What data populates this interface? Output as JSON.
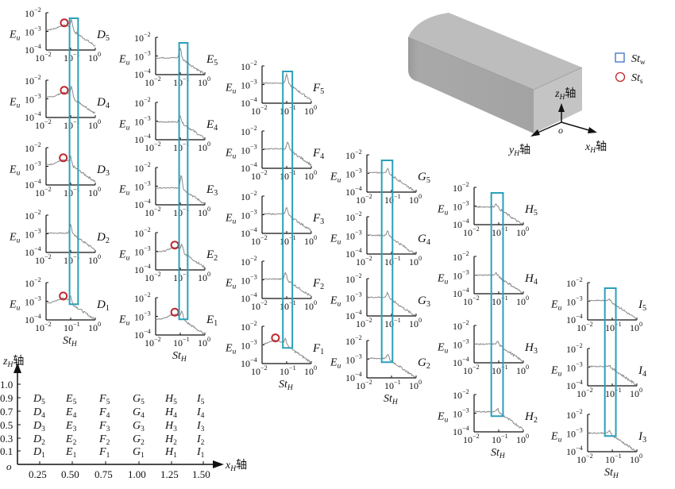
{
  "legend": {
    "items": [
      {
        "symbol": "square",
        "label": "St",
        "sub": "w",
        "color": "#3a6fc0"
      },
      {
        "symbol": "circle",
        "label": "St",
        "sub": "s",
        "color": "#c0282d"
      }
    ]
  },
  "model3d": {
    "axes": [
      {
        "name": "z",
        "sub": "H",
        "suffix": "轴"
      },
      {
        "name": "y",
        "sub": "H",
        "suffix": "轴"
      },
      {
        "name": "x",
        "sub": "H",
        "suffix": "轴"
      }
    ],
    "origin": "o"
  },
  "colors": {
    "highlight_box": "#2aa0b8",
    "circle": "#c0282d",
    "spectrum": "#8a8a8a",
    "axis": "#111111"
  },
  "chart_data": {
    "type": "line",
    "title": "",
    "xlabel": "St_H",
    "ylabel": "E_u",
    "x_scale": "log",
    "y_scale": "log",
    "xlim": [
      0.01,
      1
    ],
    "ylim": [
      0.0001,
      0.01
    ],
    "x_ticks": [
      "10^-2",
      "10^-1",
      "10^0"
    ],
    "y_ticks": [
      "10^-2",
      "10^-3",
      "10^-4"
    ],
    "columns": [
      {
        "name": "D",
        "x_position": 0.25,
        "box_st_range": [
          0.09,
          0.2
        ],
        "panels": [
          {
            "label": "D5",
            "letter": "D",
            "sub": "5",
            "z": 0.9,
            "peak_st": 0.11,
            "circle_st": 0.055,
            "level": 0.0012,
            "peak": 0.0035
          },
          {
            "label": "D4",
            "letter": "D",
            "sub": "4",
            "z": 0.7,
            "peak_st": 0.11,
            "circle_st": 0.055,
            "level": 0.0012,
            "peak": 0.0035
          },
          {
            "label": "D3",
            "letter": "D",
            "sub": "3",
            "z": 0.5,
            "peak_st": 0.1,
            "circle_st": 0.05,
            "level": 0.0012,
            "peak": 0.0025
          },
          {
            "label": "D2",
            "letter": "D",
            "sub": "2",
            "z": 0.3,
            "peak_st": 0.1,
            "circle_st": null,
            "level": 0.0011,
            "peak": 0.003
          },
          {
            "label": "D1",
            "letter": "D",
            "sub": "1",
            "z": 0.1,
            "peak_st": 0.1,
            "circle_st": 0.05,
            "level": 0.0008,
            "peak": 0.0015
          }
        ]
      },
      {
        "name": "E",
        "x_position": 0.5,
        "box_st_range": [
          0.09,
          0.2
        ],
        "panels": [
          {
            "label": "E5",
            "letter": "E",
            "sub": "5",
            "z": 0.9,
            "peak_st": 0.1,
            "circle_st": null,
            "level": 0.0008,
            "peak": 0.0025
          },
          {
            "label": "E4",
            "letter": "E",
            "sub": "4",
            "z": 0.7,
            "peak_st": 0.1,
            "circle_st": null,
            "level": 0.0009,
            "peak": 0.002
          },
          {
            "label": "E3",
            "letter": "E",
            "sub": "3",
            "z": 0.5,
            "peak_st": 0.11,
            "circle_st": null,
            "level": 0.0008,
            "peak": 0.004
          },
          {
            "label": "E2",
            "letter": "E",
            "sub": "2",
            "z": 0.3,
            "peak_st": 0.12,
            "circle_st": 0.06,
            "level": 0.0009,
            "peak": 0.002
          },
          {
            "label": "E1",
            "letter": "E",
            "sub": "1",
            "z": 0.1,
            "peak_st": 0.12,
            "circle_st": 0.06,
            "level": 0.0007,
            "peak": 0.0015
          }
        ]
      },
      {
        "name": "F",
        "x_position": 0.75,
        "box_st_range": [
          0.07,
          0.17
        ],
        "panels": [
          {
            "label": "F5",
            "letter": "F",
            "sub": "5",
            "z": 0.9,
            "peak_st": 0.1,
            "circle_st": null,
            "level": 0.0012,
            "peak": 0.0035
          },
          {
            "label": "F4",
            "letter": "F",
            "sub": "4",
            "z": 0.7,
            "peak_st": 0.11,
            "circle_st": null,
            "level": 0.0011,
            "peak": 0.0025
          },
          {
            "label": "F3",
            "letter": "F",
            "sub": "3",
            "z": 0.5,
            "peak_st": 0.1,
            "circle_st": null,
            "level": 0.0011,
            "peak": 0.0025
          },
          {
            "label": "F2",
            "letter": "F",
            "sub": "2",
            "z": 0.3,
            "peak_st": 0.09,
            "circle_st": null,
            "level": 0.0011,
            "peak": 0.0025
          },
          {
            "label": "F1",
            "letter": "F",
            "sub": "1",
            "z": 0.1,
            "peak_st": 0.09,
            "circle_st": 0.035,
            "level": 0.001,
            "peak": 0.002
          }
        ]
      },
      {
        "name": "G",
        "x_position": 1.0,
        "box_st_range": [
          0.04,
          0.11
        ],
        "panels": [
          {
            "label": "G5",
            "letter": "G",
            "sub": "5",
            "z": 0.9,
            "peak_st": 0.07,
            "circle_st": null,
            "level": 0.0011,
            "peak": 0.0018
          },
          {
            "label": "G4",
            "letter": "G",
            "sub": "4",
            "z": 0.7,
            "peak_st": 0.07,
            "circle_st": null,
            "level": 0.001,
            "peak": 0.0018
          },
          {
            "label": "G3",
            "letter": "G",
            "sub": "3",
            "z": 0.5,
            "peak_st": 0.07,
            "circle_st": null,
            "level": 0.001,
            "peak": 0.0018
          },
          {
            "label": "G2",
            "letter": "G",
            "sub": "2",
            "z": 0.3,
            "peak_st": 0.07,
            "circle_st": null,
            "level": 0.0011,
            "peak": 0.0018
          }
        ]
      },
      {
        "name": "H",
        "x_position": 1.25,
        "box_st_range": [
          0.05,
          0.15
        ],
        "panels": [
          {
            "label": "H5",
            "letter": "H",
            "sub": "5",
            "z": 0.9,
            "peak_st": 0.08,
            "circle_st": null,
            "level": 0.0009,
            "peak": 0.0014
          },
          {
            "label": "H4",
            "letter": "H",
            "sub": "4",
            "z": 0.7,
            "peak_st": 0.08,
            "circle_st": null,
            "level": 0.001,
            "peak": 0.0013
          },
          {
            "label": "H3",
            "letter": "H",
            "sub": "3",
            "z": 0.5,
            "peak_st": 0.09,
            "circle_st": null,
            "level": 0.001,
            "peak": 0.0014
          },
          {
            "label": "H2",
            "letter": "H",
            "sub": "2",
            "z": 0.3,
            "peak_st": 0.09,
            "circle_st": null,
            "level": 0.0012,
            "peak": 0.0017
          }
        ]
      },
      {
        "name": "I",
        "x_position": 1.5,
        "box_st_range": [
          0.05,
          0.14
        ],
        "panels": [
          {
            "label": "I5",
            "letter": "I",
            "sub": "5",
            "z": 0.9,
            "peak_st": 0.075,
            "circle_st": null,
            "level": 0.0011,
            "peak": 0.0014
          },
          {
            "label": "I4",
            "letter": "I",
            "sub": "4",
            "z": 0.7,
            "peak_st": 0.075,
            "circle_st": null,
            "level": 0.0011,
            "peak": 0.0013
          },
          {
            "label": "I3",
            "letter": "I",
            "sub": "3",
            "z": 0.5,
            "peak_st": 0.075,
            "circle_st": null,
            "level": 0.001,
            "peak": 0.0013
          }
        ]
      }
    ],
    "position_map": {
      "xlabel": "x",
      "xsub": "H",
      "xsuffix": "轴",
      "ylabel": "z",
      "ysub": "H",
      "ysuffix": "轴",
      "origin": "o",
      "x_ticks": [
        "0.25",
        "0.50",
        "0.75",
        "1.00",
        "1.25",
        "1.50"
      ],
      "y_ticks": [
        "1.0",
        "0.9",
        "0.7",
        "0.5",
        "0.3",
        "0.1"
      ],
      "rows": [
        {
          "z": "0.9",
          "labels": [
            [
              "D",
              "5"
            ],
            [
              "E",
              "5"
            ],
            [
              "F",
              "5"
            ],
            [
              "G",
              "5"
            ],
            [
              "H",
              "5"
            ],
            [
              "I",
              "5"
            ]
          ]
        },
        {
          "z": "0.7",
          "labels": [
            [
              "D",
              "4"
            ],
            [
              "E",
              "4"
            ],
            [
              "F",
              "4"
            ],
            [
              "G",
              "4"
            ],
            [
              "H",
              "4"
            ],
            [
              "I",
              "4"
            ]
          ]
        },
        {
          "z": "0.5",
          "labels": [
            [
              "D",
              "3"
            ],
            [
              "E",
              "3"
            ],
            [
              "F",
              "3"
            ],
            [
              "G",
              "3"
            ],
            [
              "H",
              "3"
            ],
            [
              "I",
              "3"
            ]
          ]
        },
        {
          "z": "0.3",
          "labels": [
            [
              "D",
              "2"
            ],
            [
              "E",
              "2"
            ],
            [
              "F",
              "2"
            ],
            [
              "G",
              "2"
            ],
            [
              "H",
              "2"
            ],
            [
              "I",
              "2"
            ]
          ]
        },
        {
          "z": "0.1",
          "labels": [
            [
              "D",
              "1"
            ],
            [
              "E",
              "1"
            ],
            [
              "F",
              "1"
            ],
            [
              "G",
              "1"
            ],
            [
              "H",
              "1"
            ],
            [
              "I",
              "1"
            ]
          ]
        }
      ]
    }
  }
}
